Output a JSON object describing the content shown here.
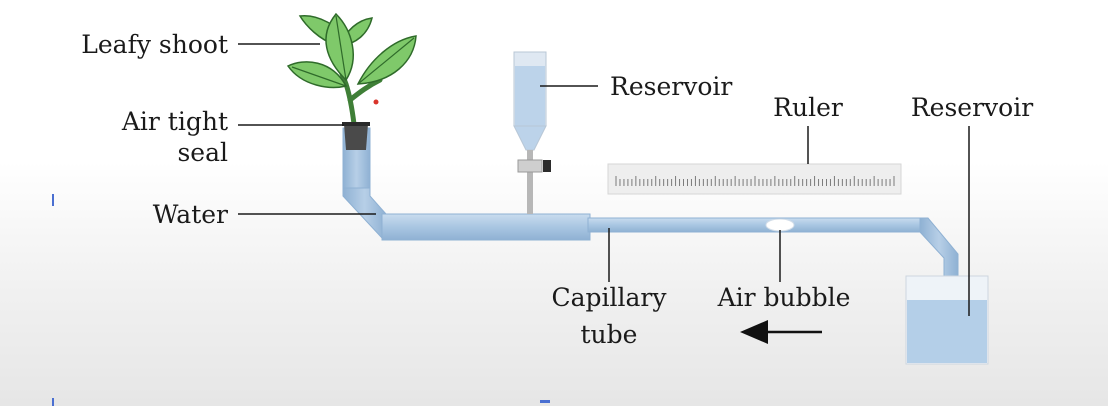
{
  "labels": {
    "leafy_shoot": "Leafy shoot",
    "air_tight_line1": "Air tight",
    "air_tight_line2": "seal",
    "water": "Water",
    "reservoir_top": "Reservoir",
    "ruler": "Ruler",
    "reservoir_right": "Reservoir",
    "capillary_line1": "Capillary",
    "capillary_line2": "tube",
    "air_bubble": "Air bubble"
  },
  "icons": {
    "flow_direction": "left-arrow-icon",
    "plant": "leaf-plant-icon"
  },
  "colors": {
    "water": "#a9c6e2",
    "water_dark": "#8fb1d3",
    "leaf": "#7fc96a",
    "leaf_vein": "#2f6b2a",
    "stem": "#3f7f37",
    "seal": "#4a4a4a",
    "ruler": "#eeeeee",
    "bubble": "#ffffff"
  }
}
